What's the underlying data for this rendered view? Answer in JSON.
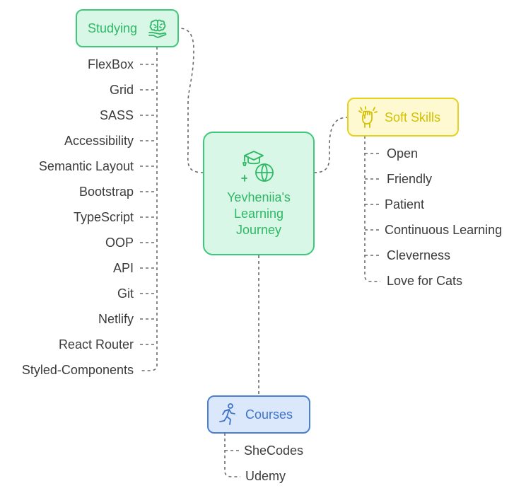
{
  "center": {
    "title_lines": [
      "Yevheniia's",
      "Learning",
      "Journey"
    ],
    "icon": "graduation-globe-icon"
  },
  "branches": {
    "studying": {
      "label": "Studying",
      "icon": "brain-hand-icon",
      "items": [
        "FlexBox",
        "Grid",
        "SASS",
        "Accessibility",
        "Semantic Layout",
        "Bootstrap",
        "TypeScript",
        "OOP",
        "API",
        "Git",
        "Netlify",
        "React Router",
        "Styled-Components"
      ]
    },
    "soft_skills": {
      "label": "Soft Skills",
      "icon": "raised-fist-icon",
      "items": [
        "Open",
        "Friendly",
        "Patient",
        "Continuous Learning",
        "Cleverness",
        "Love for Cats"
      ]
    },
    "courses": {
      "label": "Courses",
      "icon": "running-person-icon",
      "items": [
        "SheCodes",
        "Udemy"
      ]
    }
  },
  "colors": {
    "green_fill": "#d9f7e6",
    "green_stroke": "#3ec97a",
    "green_text": "#2fb866",
    "yellow_fill": "#fef9d1",
    "yellow_stroke": "#e6d21a",
    "yellow_text": "#d4c000",
    "blue_fill": "#dbe8fb",
    "blue_stroke": "#4a7fd4",
    "blue_text": "#3f73c8",
    "line": "#6b6b6b"
  }
}
